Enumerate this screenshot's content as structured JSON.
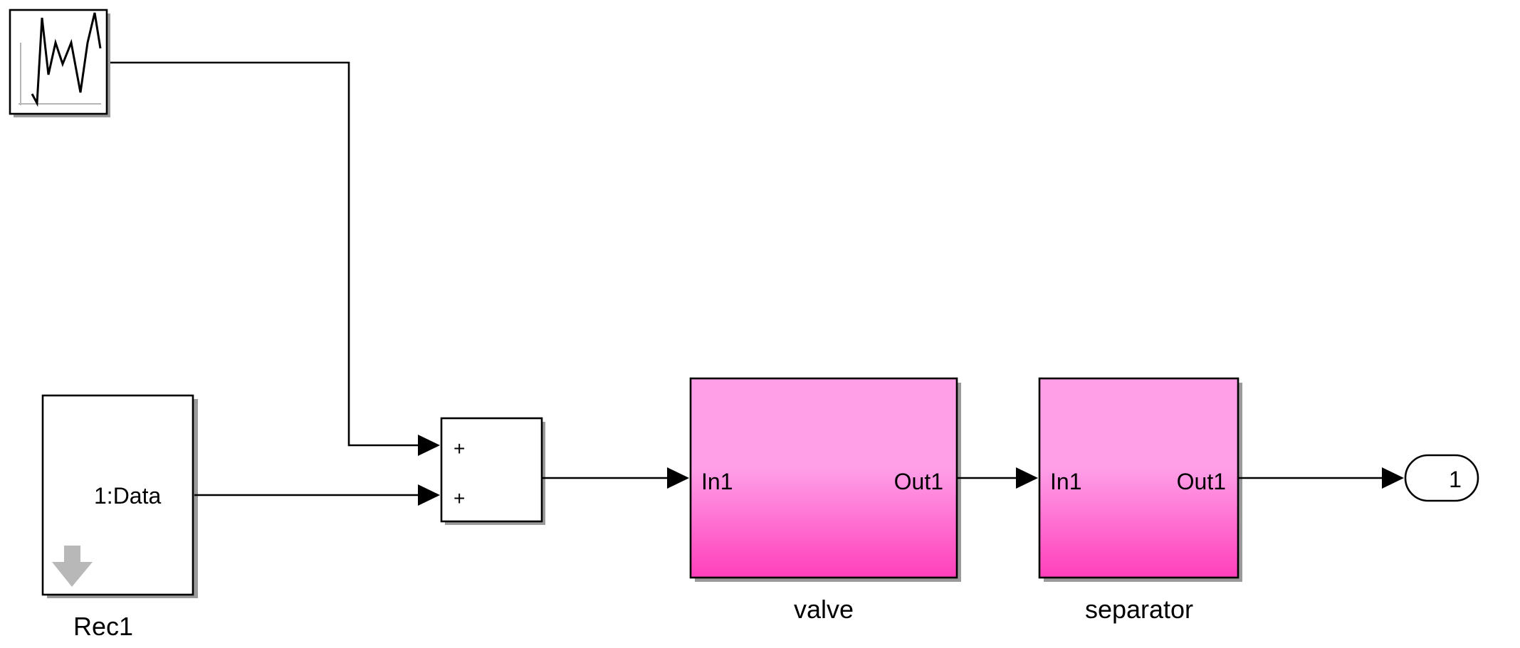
{
  "diagram": {
    "type": "simulink-block-diagram",
    "colors": {
      "subsystem_top": "#ff9fe8",
      "subsystem_bottom": "#ff3fba",
      "block_fill": "#ffffff",
      "line": "#000000",
      "shadow": "#9a9a9a",
      "rec_arrow": "#b8b8b8"
    },
    "blocks": {
      "random_source": {
        "icon": "random-signal-icon"
      },
      "rec": {
        "port_label": "1:Data",
        "name": "Rec1",
        "icon": "down-arrow-icon"
      },
      "sum": {
        "signs": [
          "+",
          "+"
        ]
      },
      "valve": {
        "in_label": "In1",
        "out_label": "Out1",
        "name": "valve"
      },
      "separator": {
        "in_label": "In1",
        "out_label": "Out1",
        "name": "separator"
      },
      "outport": {
        "label": "1"
      }
    },
    "connections": [
      {
        "from": "random_source",
        "to": "sum.in1"
      },
      {
        "from": "rec",
        "to": "sum.in2"
      },
      {
        "from": "sum",
        "to": "valve.In1"
      },
      {
        "from": "valve.Out1",
        "to": "separator.In1"
      },
      {
        "from": "separator.Out1",
        "to": "outport"
      }
    ]
  }
}
